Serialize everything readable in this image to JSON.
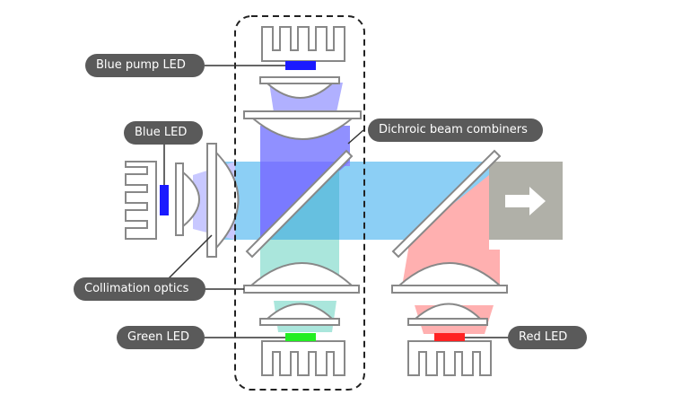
{
  "labels": {
    "blue_pump_led": "Blue pump LED",
    "blue_led": "Blue LED",
    "dichroic_beam_combiners": "Dichroic beam combiners",
    "collimation_optics": "Collimation optics",
    "green_led": "Green LED",
    "red_led": "Red LED"
  },
  "colors": {
    "blue_beam": "#8080ff",
    "cyan_beam": "#66c8f5",
    "green_beam": "#a8e6dc",
    "red_beam": "#ffaaaa",
    "output_beam": "#b0b0a8",
    "blue_led": "#1a1aff",
    "green_led": "#22ee22",
    "red_led": "#ff2222",
    "label_bg": "#5a5a5a"
  },
  "icons": [
    "arrow-right-icon",
    "heatsink-icon",
    "lens-icon",
    "dichroic-mirror-icon"
  ]
}
